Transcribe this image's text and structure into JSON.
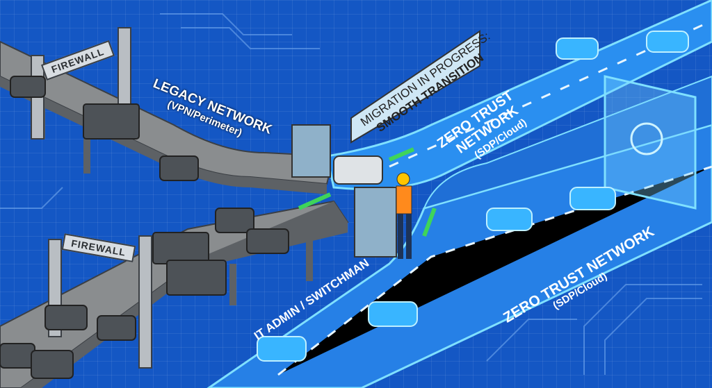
{
  "labels": {
    "firewall_top": "FIREWALL",
    "firewall_bottom": "FIREWALL",
    "legacy_title": "LEGACY NETWORK",
    "legacy_sub": "(VPN/Perimeter)",
    "migration_line1": "MIGRATION IN PROGRESS:",
    "migration_line2": "SMOOTH TRANSITION",
    "zt_upper_title1": "ZERO TRUST",
    "zt_upper_title2": "NETWORK",
    "zt_upper_sub": "(SDP/Cloud)",
    "zt_lower_title": "ZERO TRUST NETWORK",
    "zt_lower_sub": "(SDP/Cloud)",
    "admin": "IT ADMIN / SWITCHMAN"
  },
  "colors": {
    "background": "#1457c4",
    "legacy_road": "#8c8f91",
    "zero_trust_road": "#2a8ff0",
    "glow": "#7fe0ff",
    "arrow": "#3fd45a",
    "vest": "#ff8a1c"
  }
}
